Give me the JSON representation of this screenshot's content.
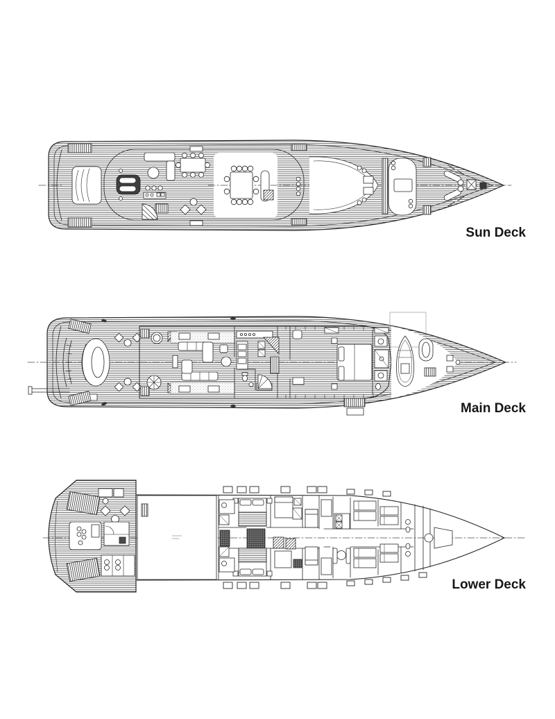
{
  "page": {
    "background": "#ffffff",
    "ink": "#262626",
    "planking_line": "#4a4a4a"
  },
  "diagram": {
    "kind": "yacht-deck-plans",
    "decks": [
      {
        "id": "sun-deck",
        "label": "Sun Deck"
      },
      {
        "id": "main-deck",
        "label": "Main Deck"
      },
      {
        "id": "lower-deck",
        "label": "Lower Deck"
      }
    ]
  }
}
